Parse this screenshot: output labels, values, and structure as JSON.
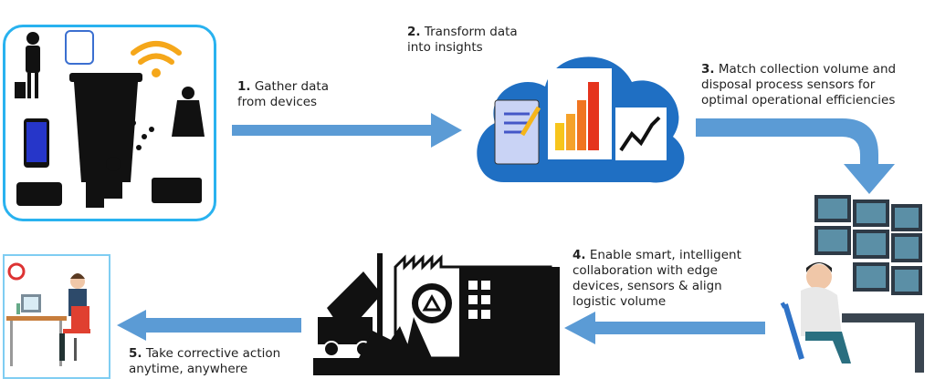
{
  "steps": [
    {
      "num": "1.",
      "text_lines": [
        "Gather data",
        "from devices"
      ]
    },
    {
      "num": "2.",
      "text_lines": [
        "Transform data",
        "into insights"
      ]
    },
    {
      "num": "3.",
      "text_lines": [
        "Match collection volume and",
        "disposal process sensors for",
        "optimal operational efficiencies"
      ]
    },
    {
      "num": "4.",
      "text_lines": [
        "Enable smart, intelligent",
        "collaboration with edge",
        "devices, sensors & align",
        "logistic volume"
      ]
    },
    {
      "num": "5.",
      "text_lines": [
        "Take corrective action",
        "anytime, anywhere"
      ]
    }
  ],
  "colors": {
    "arrow": "#5b9bd5",
    "cloud": "#1f6fc3",
    "frame": "#29b2ef"
  }
}
